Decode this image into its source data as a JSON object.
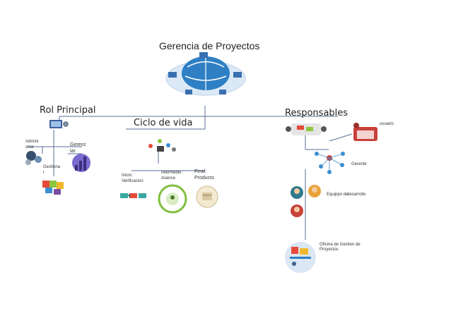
{
  "diagram": {
    "title": "Gerencia de Proyectos",
    "branches": {
      "rol_principal": {
        "label": "Rol Principal",
        "items": [
          {
            "label_a": "Admini",
            "label_b": "strar"
          },
          {
            "label_a": "Gerenc",
            "label_b": "iar"
          },
          {
            "label_a": "Gestiona",
            "label_b": "r"
          }
        ]
      },
      "ciclo_de_vida": {
        "label": "Ciclo de vida",
        "phases": [
          {
            "label_a": "Inicio:",
            "label_b": "Verificacion"
          },
          {
            "label_a": "Intermedio :",
            "label_b": "Avance"
          },
          {
            "label_a": "Final:",
            "label_b": "Producto"
          }
        ]
      },
      "responsables": {
        "label": "Responsables",
        "usuario": "usuario",
        "gerente": "Gerente",
        "equipo_a": "Equippo de",
        "equipo_b": "desarrollo",
        "oficina_a": "Oficina de Gestion de",
        "oficina_b": "Proyectos"
      }
    },
    "colors": {
      "line": "#5a6f9a",
      "globe_blue": "#2f7fc4",
      "globe_light": "#dbe9f7"
    }
  }
}
